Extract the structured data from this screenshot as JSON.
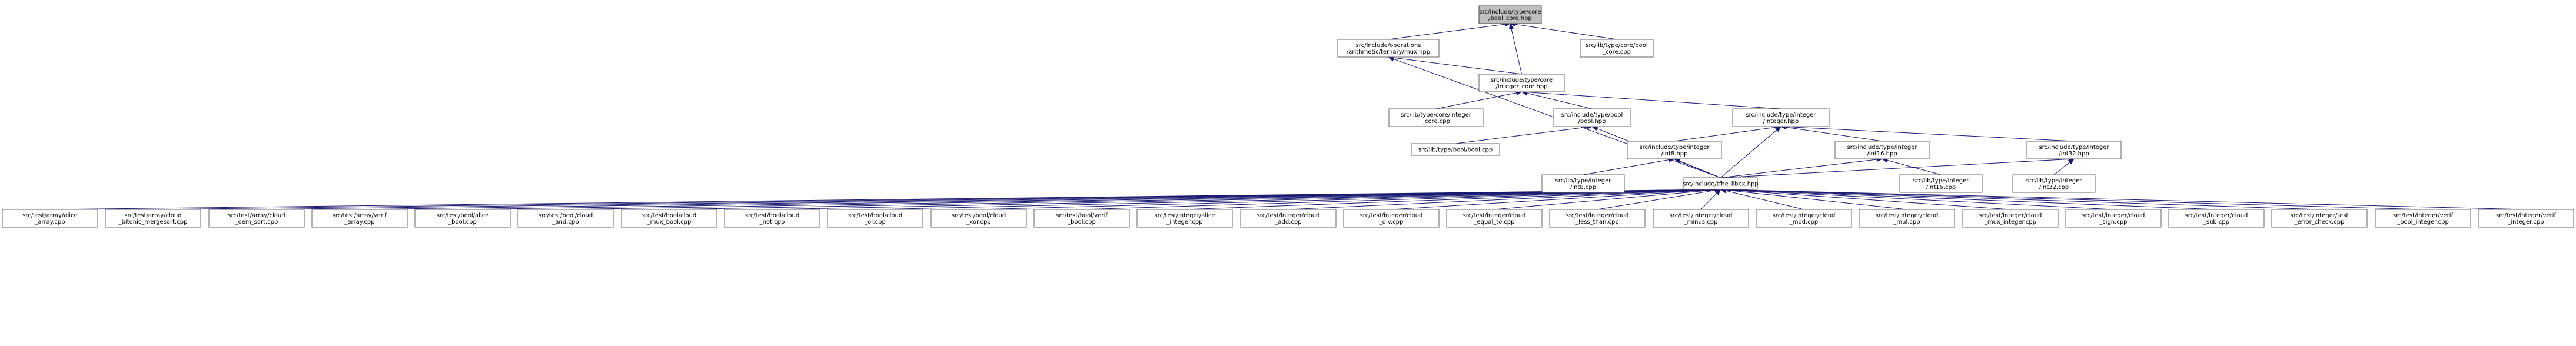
{
  "nodes": [
    {
      "id": "bool_core_hpp",
      "lines": [
        "src/include/type/core",
        "/bool_core.hpp"
      ],
      "root": true
    },
    {
      "id": "ternary_mux_hpp",
      "lines": [
        "src/include/operations",
        "/arithmetic/ternary/mux.hpp"
      ]
    },
    {
      "id": "bool_core_cpp",
      "lines": [
        "src/lib/type/core/bool",
        "_core.cpp"
      ]
    },
    {
      "id": "integer_core_hpp",
      "lines": [
        "src/include/type/core",
        "/integer_core.hpp"
      ]
    },
    {
      "id": "integer_core_cpp",
      "lines": [
        "src/lib/type/core/integer",
        "_core.cpp"
      ]
    },
    {
      "id": "bool_hpp",
      "lines": [
        "src/include/type/bool",
        "/bool.hpp"
      ]
    },
    {
      "id": "integer_hpp",
      "lines": [
        "src/include/type/integer",
        "/integer.hpp"
      ]
    },
    {
      "id": "bool_cpp",
      "lines": [
        "src/lib/type/bool/bool.cpp"
      ]
    },
    {
      "id": "int8_hpp",
      "lines": [
        "src/include/type/integer",
        "/int8.hpp"
      ]
    },
    {
      "id": "int16_hpp",
      "lines": [
        "src/include/type/integer",
        "/int16.hpp"
      ]
    },
    {
      "id": "int32_hpp",
      "lines": [
        "src/include/type/integer",
        "/int32.hpp"
      ]
    },
    {
      "id": "int8_cpp",
      "lines": [
        "src/lib/type/integer",
        "/int8.cpp"
      ]
    },
    {
      "id": "tfhe_libex_hpp",
      "lines": [
        "src/include/tfhe_libex.hpp"
      ]
    },
    {
      "id": "int16_cpp",
      "lines": [
        "src/lib/type/integer",
        "/int16.cpp"
      ]
    },
    {
      "id": "int32_cpp",
      "lines": [
        "src/lib/type/integer",
        "/int32.cpp"
      ]
    },
    {
      "id": "t_array_alice",
      "lines": [
        "src/test/array/alice",
        "_array.cpp"
      ]
    },
    {
      "id": "t_array_bitonic",
      "lines": [
        "src/test/array/cloud",
        "_bitonic_mergesort.cpp"
      ]
    },
    {
      "id": "t_array_oem",
      "lines": [
        "src/test/array/cloud",
        "_oem_sort.cpp"
      ]
    },
    {
      "id": "t_array_verif",
      "lines": [
        "src/test/array/verif",
        "_array.cpp"
      ]
    },
    {
      "id": "t_bool_alice",
      "lines": [
        "src/test/bool/alice",
        "_bool.cpp"
      ]
    },
    {
      "id": "t_bool_and",
      "lines": [
        "src/test/bool/cloud",
        "_and.cpp"
      ]
    },
    {
      "id": "t_bool_mux",
      "lines": [
        "src/test/bool/cloud",
        "_mux_bool.cpp"
      ]
    },
    {
      "id": "t_bool_not",
      "lines": [
        "src/test/bool/cloud",
        "_not.cpp"
      ]
    },
    {
      "id": "t_bool_or",
      "lines": [
        "src/test/bool/cloud",
        "_or.cpp"
      ]
    },
    {
      "id": "t_bool_xor",
      "lines": [
        "src/test/bool/cloud",
        "_xor.cpp"
      ]
    },
    {
      "id": "t_bool_verif",
      "lines": [
        "src/test/bool/verif",
        "_bool.cpp"
      ]
    },
    {
      "id": "t_int_alice",
      "lines": [
        "src/test/integer/alice",
        "_integer.cpp"
      ]
    },
    {
      "id": "t_int_add",
      "lines": [
        "src/test/integer/cloud",
        "_add.cpp"
      ]
    },
    {
      "id": "t_int_div",
      "lines": [
        "src/test/integer/cloud",
        "_div.cpp"
      ]
    },
    {
      "id": "t_int_equal",
      "lines": [
        "src/test/integer/cloud",
        "_equal_to.cpp"
      ]
    },
    {
      "id": "t_int_less",
      "lines": [
        "src/test/integer/cloud",
        "_less_than.cpp"
      ]
    },
    {
      "id": "t_int_minus",
      "lines": [
        "src/test/integer/cloud",
        "_minus.cpp"
      ]
    },
    {
      "id": "t_int_mod",
      "lines": [
        "src/test/integer/cloud",
        "_mod.cpp"
      ]
    },
    {
      "id": "t_int_mul",
      "lines": [
        "src/test/integer/cloud",
        "_mul.cpp"
      ]
    },
    {
      "id": "t_int_mux",
      "lines": [
        "src/test/integer/cloud",
        "_mux_integer.cpp"
      ]
    },
    {
      "id": "t_int_sign",
      "lines": [
        "src/test/integer/cloud",
        "_sign.cpp"
      ]
    },
    {
      "id": "t_int_sub",
      "lines": [
        "src/test/integer/cloud",
        "_sub.cpp"
      ]
    },
    {
      "id": "t_int_err",
      "lines": [
        "src/test/integer/test",
        "_error_check.cpp"
      ]
    },
    {
      "id": "t_int_verif_bool",
      "lines": [
        "src/test/integer/verif",
        "_bool_integer.cpp"
      ]
    },
    {
      "id": "t_int_verif_int",
      "lines": [
        "src/test/integer/verif",
        "_integer.cpp"
      ]
    }
  ],
  "edges": [
    [
      "bool_core_hpp",
      "ternary_mux_hpp"
    ],
    [
      "bool_core_hpp",
      "bool_core_cpp"
    ],
    [
      "bool_core_hpp",
      "integer_core_hpp"
    ],
    [
      "ternary_mux_hpp",
      "integer_core_hpp"
    ],
    [
      "ternary_mux_hpp",
      "tfhe_libex_hpp"
    ],
    [
      "integer_core_hpp",
      "integer_core_cpp"
    ],
    [
      "integer_core_hpp",
      "bool_hpp"
    ],
    [
      "integer_core_hpp",
      "integer_hpp"
    ],
    [
      "bool_hpp",
      "bool_cpp"
    ],
    [
      "bool_hpp",
      "tfhe_libex_hpp"
    ],
    [
      "integer_hpp",
      "int8_hpp"
    ],
    [
      "integer_hpp",
      "int16_hpp"
    ],
    [
      "integer_hpp",
      "int32_hpp"
    ],
    [
      "integer_hpp",
      "tfhe_libex_hpp"
    ],
    [
      "int8_hpp",
      "int8_cpp"
    ],
    [
      "int8_hpp",
      "tfhe_libex_hpp"
    ],
    [
      "int16_hpp",
      "int16_cpp"
    ],
    [
      "int16_hpp",
      "tfhe_libex_hpp"
    ],
    [
      "int32_hpp",
      "int32_cpp"
    ],
    [
      "int32_hpp",
      "tfhe_libex_hpp"
    ],
    [
      "tfhe_libex_hpp",
      "t_array_alice"
    ],
    [
      "tfhe_libex_hpp",
      "t_array_bitonic"
    ],
    [
      "tfhe_libex_hpp",
      "t_array_oem"
    ],
    [
      "tfhe_libex_hpp",
      "t_array_verif"
    ],
    [
      "tfhe_libex_hpp",
      "t_bool_alice"
    ],
    [
      "tfhe_libex_hpp",
      "t_bool_and"
    ],
    [
      "tfhe_libex_hpp",
      "t_bool_mux"
    ],
    [
      "tfhe_libex_hpp",
      "t_bool_not"
    ],
    [
      "tfhe_libex_hpp",
      "t_bool_or"
    ],
    [
      "tfhe_libex_hpp",
      "t_bool_xor"
    ],
    [
      "tfhe_libex_hpp",
      "t_bool_verif"
    ],
    [
      "tfhe_libex_hpp",
      "t_int_alice"
    ],
    [
      "tfhe_libex_hpp",
      "t_int_add"
    ],
    [
      "tfhe_libex_hpp",
      "t_int_div"
    ],
    [
      "tfhe_libex_hpp",
      "t_int_equal"
    ],
    [
      "tfhe_libex_hpp",
      "t_int_less"
    ],
    [
      "tfhe_libex_hpp",
      "t_int_minus"
    ],
    [
      "tfhe_libex_hpp",
      "t_int_mod"
    ],
    [
      "tfhe_libex_hpp",
      "t_int_mul"
    ],
    [
      "tfhe_libex_hpp",
      "t_int_mux"
    ],
    [
      "tfhe_libex_hpp",
      "t_int_sign"
    ],
    [
      "tfhe_libex_hpp",
      "t_int_sub"
    ],
    [
      "tfhe_libex_hpp",
      "t_int_err"
    ],
    [
      "tfhe_libex_hpp",
      "t_int_verif_bool"
    ],
    [
      "tfhe_libex_hpp",
      "t_int_verif_int"
    ]
  ]
}
